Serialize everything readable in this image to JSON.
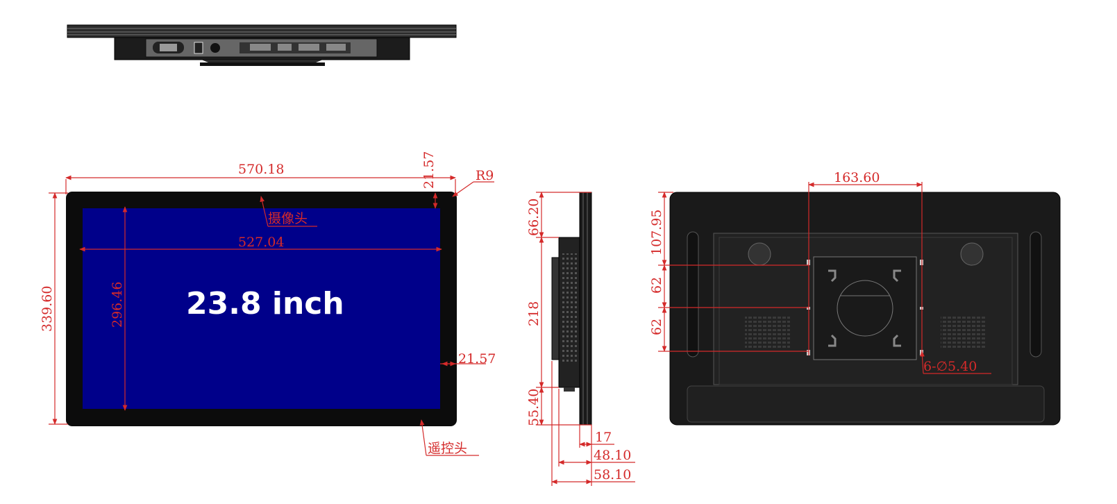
{
  "colors": {
    "dimension": "#d42a2a",
    "bezel": "#0c0c0c",
    "screen": "#00008a",
    "body_dark": "#1a1a1a",
    "background": "#ffffff"
  },
  "front_view": {
    "size_label": "23.8 inch",
    "overall_width": "570.18",
    "overall_height": "339.60",
    "active_width": "527.04",
    "active_height": "296.46",
    "bezel_top": "21.57",
    "bezel_side": "21.57",
    "corner_radius": "R9",
    "camera_label": "摄像头",
    "remote_label": "遥控头"
  },
  "side_view": {
    "top_offset": "66.20",
    "bracket_height": "218",
    "bottom_offset": "55.40",
    "depth_front": "17",
    "depth_mid": "48.10",
    "depth_total": "58.10"
  },
  "rear_view": {
    "vesa_width": "163.60",
    "top_to_holes": "107.95",
    "hole_spacing_1": "62",
    "hole_spacing_2": "62",
    "hole_spec": "6-∅5.40"
  }
}
